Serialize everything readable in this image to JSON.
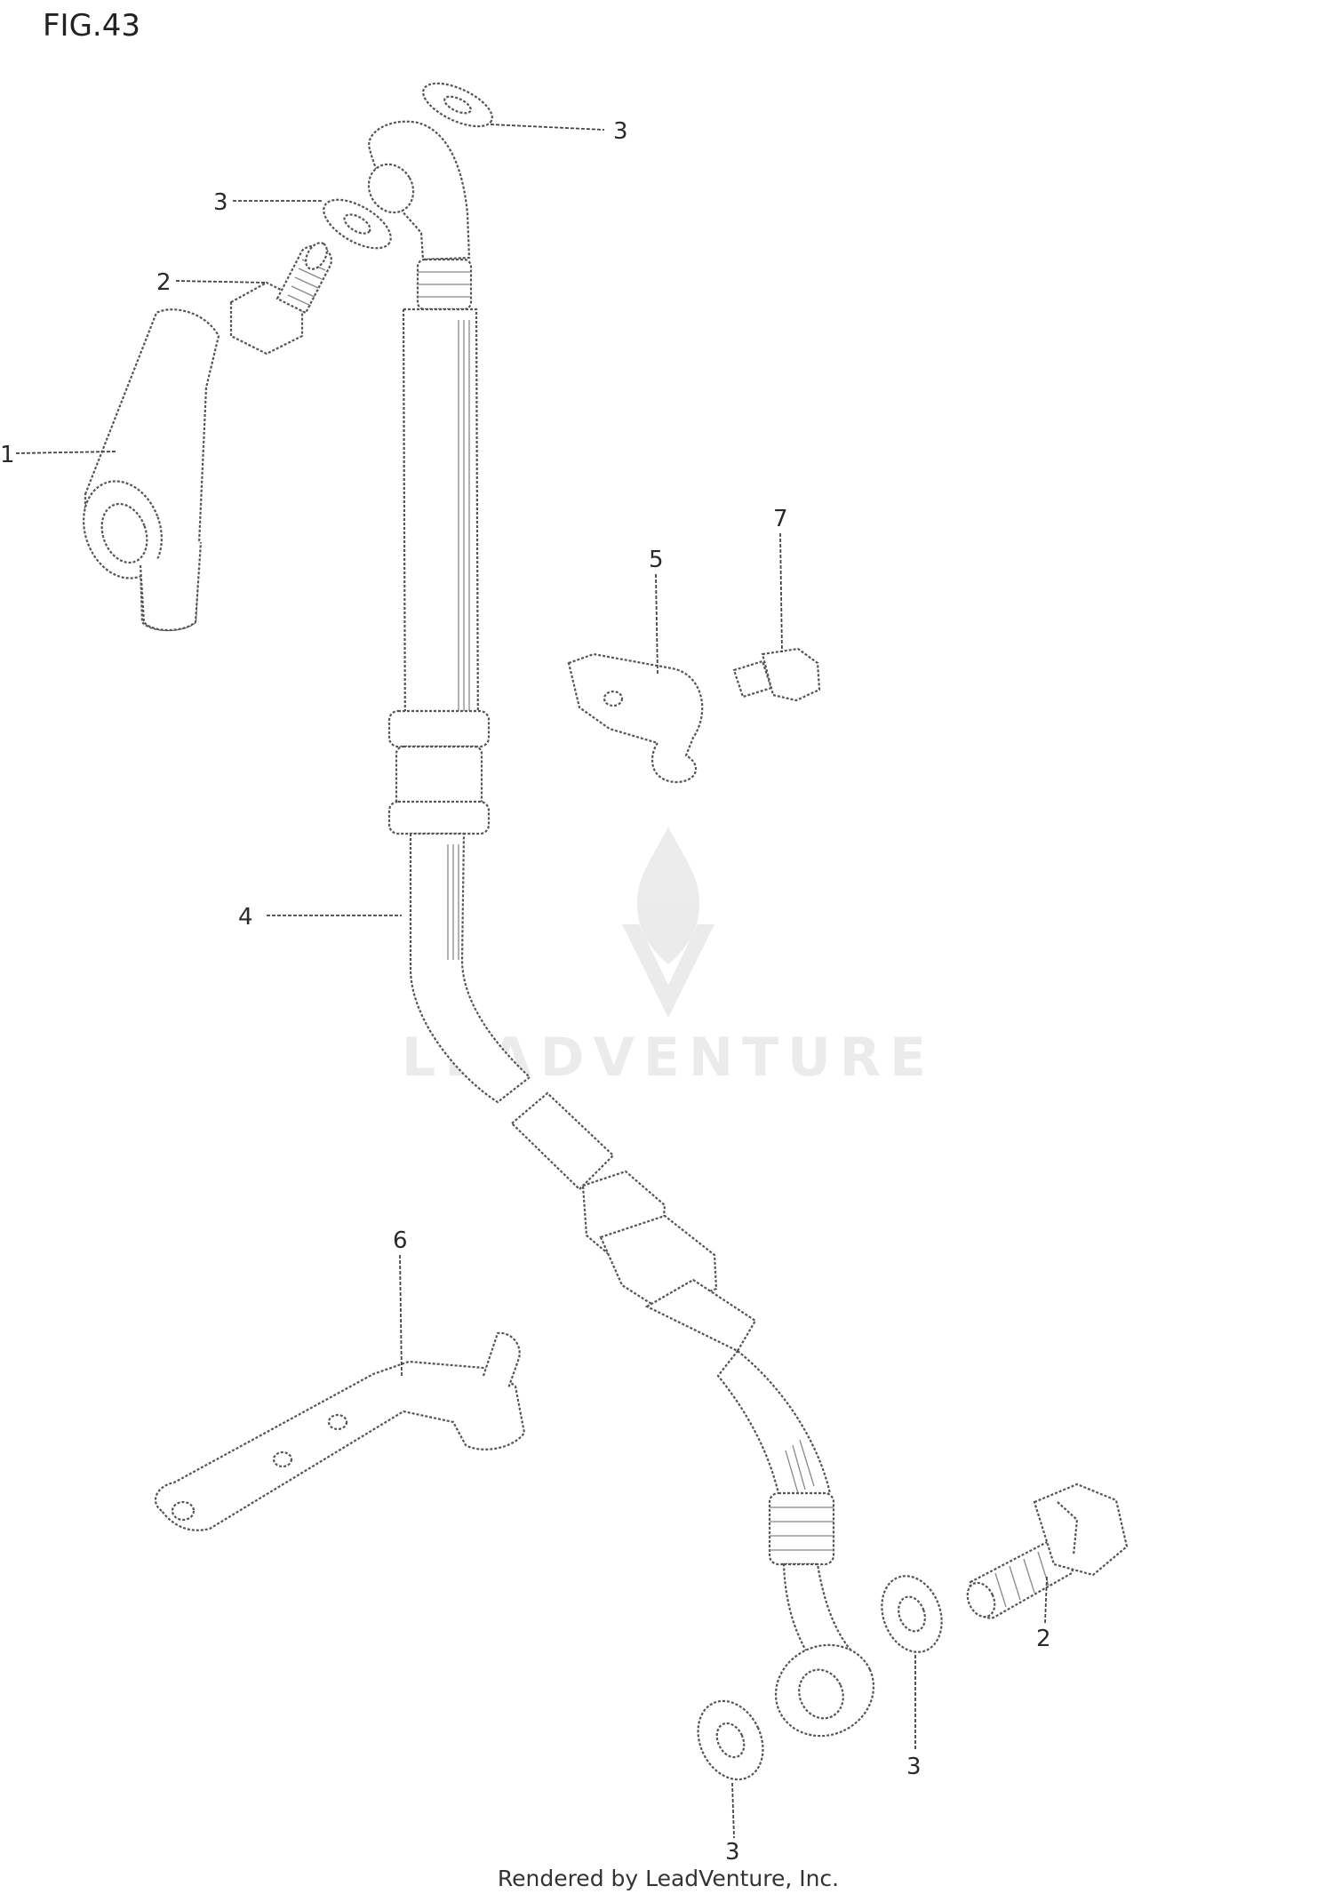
{
  "figure": {
    "title": "FIG.43"
  },
  "callouts": {
    "hose_top_washer": "3",
    "bolt_top_washer": "3",
    "bolt_top": "2",
    "adapter": "1",
    "clamp": "5",
    "bolt_small": "7",
    "hose": "4",
    "bracket": "6",
    "bolt_bottom": "2",
    "washer_bottom_right": "3",
    "washer_bottom_left": "3"
  },
  "watermark": {
    "text": "LEADVENTURE"
  },
  "footer": {
    "text": "Rendered by LeadVenture, Inc."
  }
}
